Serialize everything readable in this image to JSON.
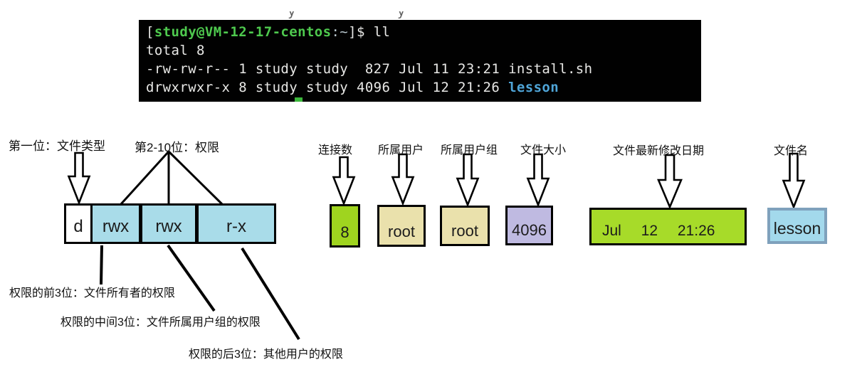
{
  "terminal": {
    "cropped_fragment": "y            y",
    "prompt_bracket_open": "[",
    "prompt_user_host": "study@VM-12-17-centos",
    "prompt_path": ":~",
    "prompt_close": "]$ ",
    "prompt_command": "ll",
    "line_total": "total 8",
    "line_file": "-rw-rw-r-- 1 study study  827 Jul 11 23:21 install.sh",
    "line_dir_prefix": "drwxrwxr-x 8 study study 4096 Jul 12 21:26 ",
    "line_dir_name": "lesson"
  },
  "annotations": {
    "first_char": "第一位：文件类型",
    "perm_bits": "第2-10位：权限",
    "links_label": "连接数",
    "owner_label": "所属用户",
    "group_label": "所属用户组",
    "size_label": "文件大小",
    "mtime_label": "文件最新修改日期",
    "filename_label": "文件名",
    "owner_perm_note": "权限的前3位：文件所有者的权限",
    "group_perm_note": "权限的中间3位：文件所属用户组的权限",
    "other_perm_note": "权限的后3位：其他用户的权限"
  },
  "perm_row": {
    "file_type": "d",
    "owner_bits": "rwx",
    "group_bits": "rwx",
    "other_bits": "r-x"
  },
  "field_values": {
    "links": "8",
    "owner": "root",
    "group": "root",
    "size": "4096",
    "mtime": "Jul 12 21:26",
    "filename": "lesson"
  },
  "colors": {
    "terminal_bg": "#010101",
    "terminal_text": "#e8e8e6",
    "prompt_green": "#4ec94e",
    "dir_blue": "#4fa5d8",
    "cursor_green": "#3cb83c",
    "perm_cyan": "#a9dce9",
    "links_green": "#9fd41f",
    "user_tan": "#eae1ac",
    "size_purple": "#bfbae1",
    "date_green": "#a7db29",
    "name_blue": "#a3d9ec",
    "name_border": "#7fa1bc"
  }
}
